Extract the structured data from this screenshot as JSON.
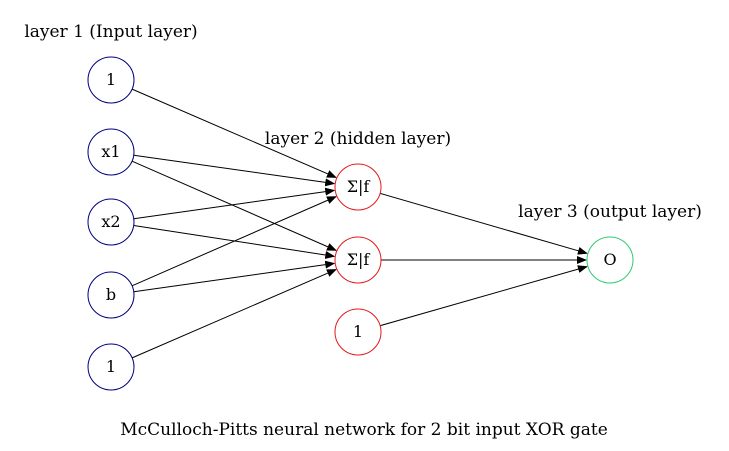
{
  "layers": {
    "input": {
      "title": "layer 1 (Input layer)",
      "color": "#000080",
      "nodes": [
        "1",
        "x1",
        "x2",
        "b",
        "1"
      ]
    },
    "hidden": {
      "title": "layer 2 (hidden layer)",
      "color": "#e41a1c",
      "nodes": [
        "Σ|f",
        "Σ|f",
        "1"
      ]
    },
    "output": {
      "title": "layer 3 (output layer)",
      "color": "#2ecc71",
      "nodes": [
        "O"
      ]
    }
  },
  "edges": [
    {
      "from": "input.0",
      "to": "hidden.0"
    },
    {
      "from": "input.1",
      "to": "hidden.0"
    },
    {
      "from": "input.1",
      "to": "hidden.1"
    },
    {
      "from": "input.2",
      "to": "hidden.0"
    },
    {
      "from": "input.2",
      "to": "hidden.1"
    },
    {
      "from": "input.3",
      "to": "hidden.0"
    },
    {
      "from": "input.3",
      "to": "hidden.1"
    },
    {
      "from": "input.4",
      "to": "hidden.1"
    },
    {
      "from": "hidden.0",
      "to": "output.0"
    },
    {
      "from": "hidden.1",
      "to": "output.0"
    },
    {
      "from": "hidden.2",
      "to": "output.0"
    }
  ],
  "caption": "McCulloch-Pitts neural network for 2 bit input XOR gate"
}
